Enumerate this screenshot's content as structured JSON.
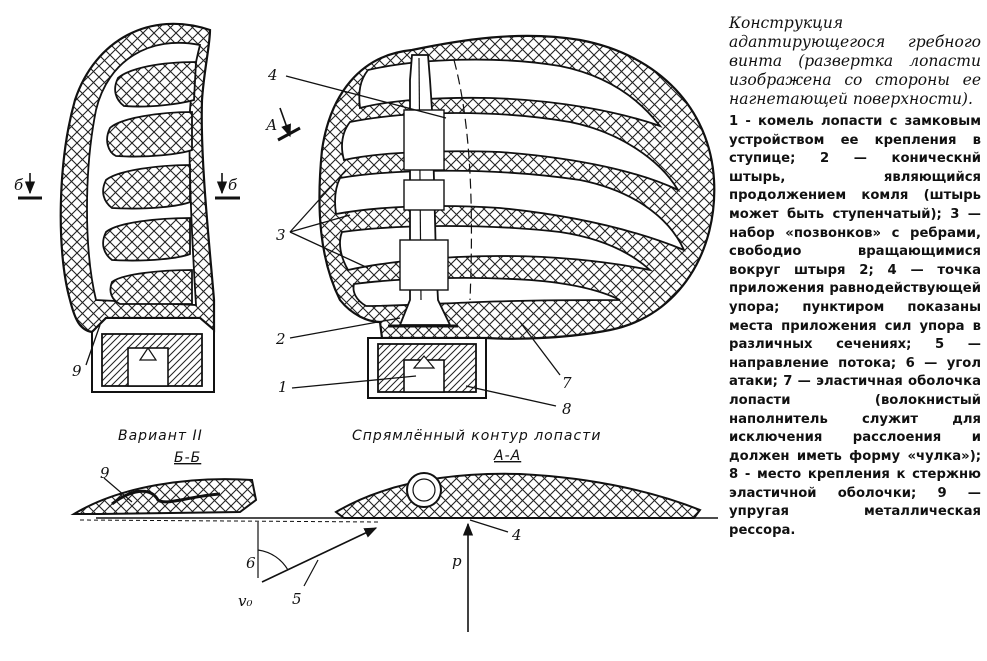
{
  "labels": {
    "n1": "1",
    "n2": "2",
    "n3": "3",
    "n4_top": "4",
    "n4_bottom": "4",
    "n5": "5",
    "n6": "6",
    "n7": "7",
    "n8": "8",
    "n9_top": "9",
    "n9_section": "9",
    "section_b_left": "б",
    "section_b_right": "б",
    "view_a": "А",
    "v0": "v₀",
    "p": "р"
  },
  "captions": {
    "variant": "Вариант II",
    "section_bb": "Б-Б",
    "straightened": "Спрямлённый контур лопасти",
    "section_aa": "А-А"
  },
  "caption": {
    "title": "Конструкция адаптирующегося гребного винта (развертка лопасти изображена со стороны ее нагнетающей поверхности).",
    "body": "1 - комель лопасти с замковым устройством ее крепления в ступице; 2 — коническнй штырь, являющийся продолжением комля (штырь может быть ступенчатый); 3 — набор «позвонков» с ребрами, свободио вращающимися вокруг штыря 2; 4 — точка приложения равнодействующей упора; пунктиром показаны места приложения сил упора в различных сечениях; 5 — направление потока; 6 — угол атаки; 7 — эластичная оболочка лопасти (волокнистый наполнитель служит для исключения расслоения и должен иметь форму «чулка»); 8 - место крепления к стержню эластичной оболочки; 9 — упругая металлическая рессора."
  }
}
